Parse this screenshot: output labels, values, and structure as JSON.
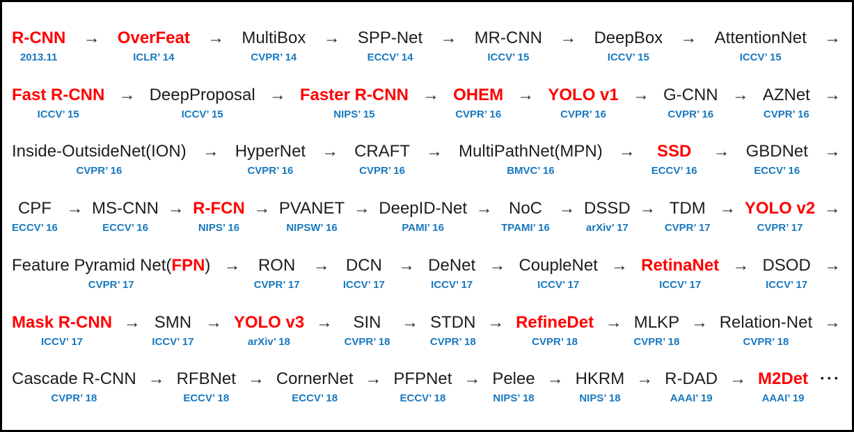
{
  "colors": {
    "highlight_red": "#ff0000",
    "venue_blue": "#1878be",
    "text_black": "#1d1d1d",
    "border_black": "#000000"
  },
  "glyphs": {
    "arrow": "→",
    "ellipsis": "···"
  },
  "rows": [
    {
      "trailing": "arrow",
      "nodes": [
        {
          "name": "R-CNN",
          "red": true,
          "venue": "2013.11"
        },
        {
          "name": "OverFeat",
          "red": true,
          "venue": "ICLR’ 14"
        },
        {
          "name": "MultiBox",
          "red": false,
          "venue": "CVPR’ 14"
        },
        {
          "name": "SPP-Net",
          "red": false,
          "venue": "ECCV’ 14"
        },
        {
          "name": "MR-CNN",
          "red": false,
          "venue": "ICCV’ 15"
        },
        {
          "name": "DeepBox",
          "red": false,
          "venue": "ICCV’ 15"
        },
        {
          "name": "AttentionNet",
          "red": false,
          "venue": "ICCV’ 15"
        }
      ]
    },
    {
      "trailing": "arrow",
      "nodes": [
        {
          "name": "Fast R-CNN",
          "red": true,
          "venue": "ICCV’ 15"
        },
        {
          "name": "DeepProposal",
          "red": false,
          "venue": "ICCV’ 15"
        },
        {
          "name": "Faster R-CNN",
          "red": true,
          "venue": "NIPS’ 15"
        },
        {
          "name": "OHEM",
          "red": true,
          "venue": "CVPR’ 16"
        },
        {
          "name": "YOLO v1",
          "red": true,
          "venue": "CVPR’ 16"
        },
        {
          "name": "G-CNN",
          "red": false,
          "venue": "CVPR’ 16"
        },
        {
          "name": "AZNet",
          "red": false,
          "venue": "CVPR’ 16"
        }
      ]
    },
    {
      "trailing": "arrow",
      "nodes": [
        {
          "name": "Inside-OutsideNet(ION)",
          "red": false,
          "venue": "CVPR’ 16"
        },
        {
          "name": "HyperNet",
          "red": false,
          "venue": "CVPR’ 16"
        },
        {
          "name": "CRAFT",
          "red": false,
          "venue": "CVPR’ 16"
        },
        {
          "name": "MultiPathNet(MPN)",
          "red": false,
          "venue": "BMVC’ 16"
        },
        {
          "name": "SSD",
          "red": true,
          "venue": "ECCV’ 16"
        },
        {
          "name": "GBDNet",
          "red": false,
          "venue": "ECCV’ 16"
        }
      ]
    },
    {
      "trailing": "arrow",
      "nodes": [
        {
          "name": "CPF",
          "red": false,
          "venue": "ECCV’ 16"
        },
        {
          "name": "MS-CNN",
          "red": false,
          "venue": "ECCV’ 16"
        },
        {
          "name": "R-FCN",
          "red": true,
          "venue": "NIPS’ 16"
        },
        {
          "name": "PVANET",
          "red": false,
          "venue": "NIPSW’ 16"
        },
        {
          "name": "DeepID-Net",
          "red": false,
          "venue": "PAMI’ 16"
        },
        {
          "name": "NoC",
          "red": false,
          "venue": "TPAMI’ 16"
        },
        {
          "name": "DSSD",
          "red": false,
          "venue": "arXiv’ 17"
        },
        {
          "name": "TDM",
          "red": false,
          "venue": "CVPR’ 17"
        },
        {
          "name": "YOLO v2",
          "red": true,
          "venue": "CVPR’ 17"
        }
      ]
    },
    {
      "trailing": "arrow",
      "nodes": [
        {
          "parts": [
            {
              "text": "Feature Pyramid Net(",
              "red": false
            },
            {
              "text": "FPN",
              "red": true
            },
            {
              "text": ")",
              "red": false
            }
          ],
          "venue": "CVPR’ 17"
        },
        {
          "name": "RON",
          "red": false,
          "venue": "CVPR’ 17"
        },
        {
          "name": "DCN",
          "red": false,
          "venue": "ICCV’ 17"
        },
        {
          "name": "DeNet",
          "red": false,
          "venue": "ICCV’ 17"
        },
        {
          "name": "CoupleNet",
          "red": false,
          "venue": "ICCV’ 17"
        },
        {
          "name": "RetinaNet",
          "red": true,
          "venue": "ICCV’ 17"
        },
        {
          "name": "DSOD",
          "red": false,
          "venue": "ICCV’ 17"
        }
      ]
    },
    {
      "trailing": "arrow",
      "nodes": [
        {
          "name": "Mask R-CNN",
          "red": true,
          "venue": "ICCV’ 17"
        },
        {
          "name": "SMN",
          "red": false,
          "venue": "ICCV’ 17"
        },
        {
          "name": "YOLO v3",
          "red": true,
          "venue": "arXiv’ 18"
        },
        {
          "name": "SIN",
          "red": false,
          "venue": "CVPR’ 18"
        },
        {
          "name": "STDN",
          "red": false,
          "venue": "CVPR’ 18"
        },
        {
          "name": "RefineDet",
          "red": true,
          "venue": "CVPR’ 18"
        },
        {
          "name": "MLKP",
          "red": false,
          "venue": "CVPR’ 18"
        },
        {
          "name": "Relation-Net",
          "red": false,
          "venue": "CVPR’ 18"
        }
      ]
    },
    {
      "trailing": "ellipsis",
      "nodes": [
        {
          "name": "Cascade R-CNN",
          "red": false,
          "venue": "CVPR’ 18"
        },
        {
          "name": "RFBNet",
          "red": false,
          "venue": "ECCV’ 18"
        },
        {
          "name": "CornerNet",
          "red": false,
          "venue": "ECCV’ 18"
        },
        {
          "name": "PFPNet",
          "red": false,
          "venue": "ECCV’ 18"
        },
        {
          "name": "Pelee",
          "red": false,
          "venue": "NIPS’ 18"
        },
        {
          "name": "HKRM",
          "red": false,
          "venue": "NIPS’ 18"
        },
        {
          "name": "R-DAD",
          "red": false,
          "venue": "AAAI’ 19"
        },
        {
          "name": "M2Det",
          "red": true,
          "venue": "AAAI’ 19"
        }
      ]
    }
  ]
}
